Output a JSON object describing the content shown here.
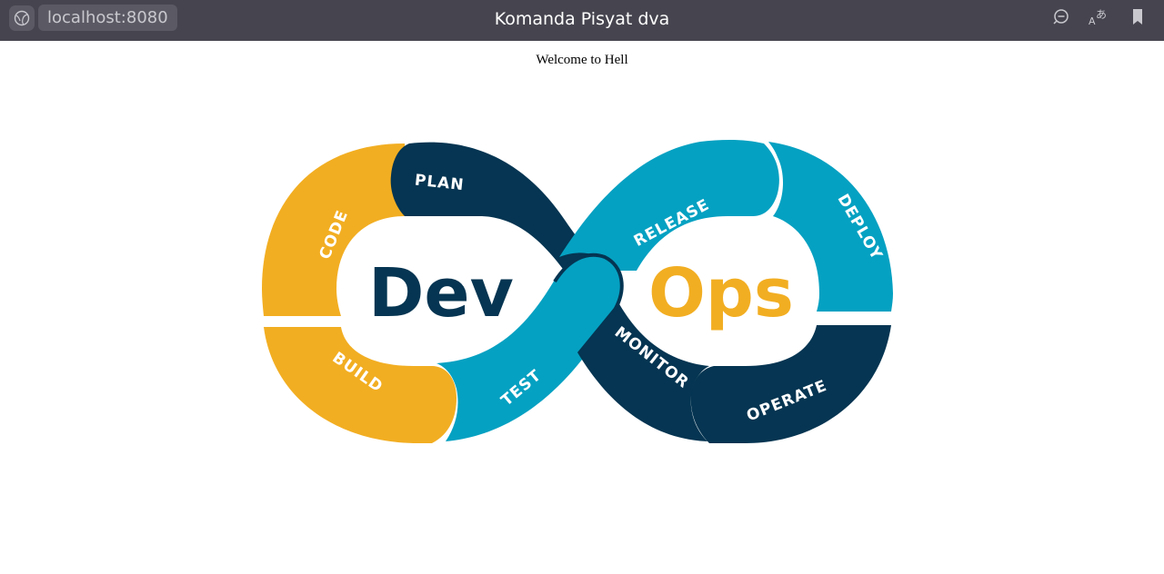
{
  "browser": {
    "url": "localhost:8080",
    "title": "Komanda Pisyat dva"
  },
  "page": {
    "welcome_text": "Welcome to Hell"
  },
  "logo": {
    "left_word": "Dev",
    "right_word": "Ops",
    "stages": {
      "plan": "PLAN",
      "code": "CODE",
      "build": "BUILD",
      "test": "TEST",
      "release": "RELEASE",
      "deploy": "DEPLOY",
      "operate": "OPERATE",
      "monitor": "MONITOR"
    },
    "colors": {
      "yellow": "#f2ae22",
      "navy": "#053552",
      "teal": "#05a1c2"
    }
  },
  "icons": {
    "site": "globe-icon",
    "zoom": "zoom-out-icon",
    "translate": "translate-icon",
    "bookmark": "bookmark-icon"
  }
}
